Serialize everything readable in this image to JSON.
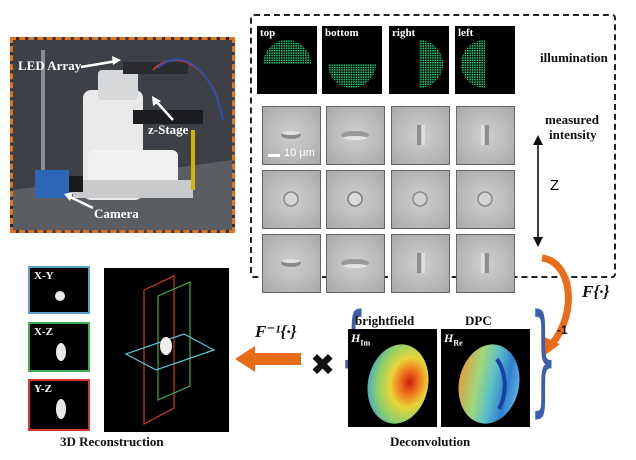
{
  "photo": {
    "labels": {
      "led": "LED Array",
      "zstage": "z-Stage",
      "camera": "Camera"
    }
  },
  "illumination": {
    "label": "illumination",
    "patterns": [
      "top",
      "bottom",
      "right",
      "left"
    ]
  },
  "intensity": {
    "label_line1": "measured",
    "label_line2": "intensity",
    "scale_bar": "10 μm",
    "axis": "Z"
  },
  "transform": {
    "forward": "F{·}",
    "inverse": "F⁻¹{·}",
    "minus_one": "-1"
  },
  "deconvolution": {
    "label": "Deconvolution",
    "brightfield": "brightfield",
    "dpc": "DPC",
    "h_im": "H",
    "h_im_sub": "Im",
    "h_re": "H",
    "h_re_sub": "Re"
  },
  "reconstruction": {
    "label": "3D Reconstruction",
    "views": [
      "X-Y",
      "X-Z",
      "Y-Z"
    ]
  },
  "colors": {
    "photo_border": "#e3731f",
    "arrow": "#e96c1a",
    "brace": "#3c5fa8",
    "led_green": "#22d87a",
    "xy_frame": "#5aa0c8",
    "xz_frame": "#3fae49",
    "yz_frame": "#d23a2e"
  }
}
